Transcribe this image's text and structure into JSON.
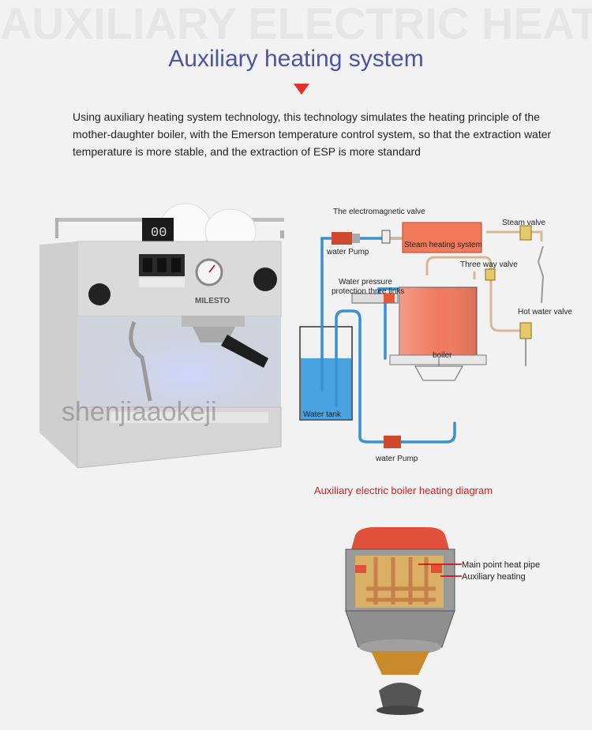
{
  "banner": "AUXILIARY ELECTRIC HEATING",
  "title": "Auxiliary heating system",
  "description": "Using auxiliary heating system technology, this technology simulates the heating principle of the mother-daughter boiler, with the Emerson temperature control system, so that the extraction water temperature is more stable, and the extraction of ESP is more standard",
  "machine": {
    "display": "00",
    "brand": "MILESTO",
    "watermark": "shenjiaaokeji"
  },
  "diagram": {
    "labels": {
      "electromagnetic_valve": "The electromagnetic valve",
      "water_pump_top": "water Pump",
      "steam_heating_system": "Steam heating system",
      "steam_valve": "Steam valve",
      "three_way_valve": "Three way valve",
      "water_pressure": "Water pressure",
      "protection_three_links": "protection three links",
      "hot_water_valve": "Hot water valve",
      "boiler": "boiler",
      "water_tank": "Water tank",
      "water_pump_bottom": "water Pump"
    },
    "caption": "Auxiliary electric boiler heating diagram"
  },
  "boiler_detail": {
    "main_pipe": "Main point heat pipe",
    "auxiliary": "Auxiliary heating"
  },
  "colors": {
    "title": "#4c56a0",
    "accent_red": "#e5312b",
    "pipe_blue": "#3a8fd0",
    "boiler_red": "#f07060"
  }
}
